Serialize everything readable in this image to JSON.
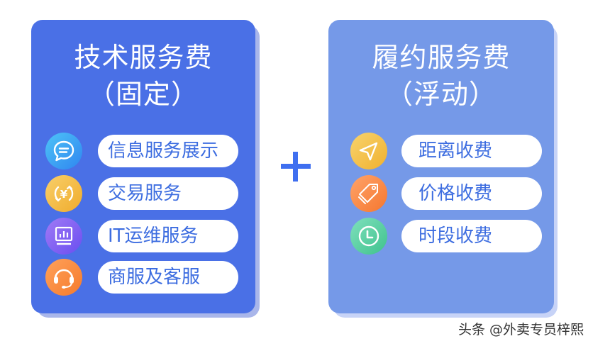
{
  "left_card": {
    "title_line1": "技术服务费",
    "title_line2": "（固定）",
    "background": "#4a70e6",
    "items": [
      {
        "label": "信息服务展示",
        "icon": "chat-bubble-icon",
        "icon_colors": [
          "#4ec3f7",
          "#2f86f0"
        ]
      },
      {
        "label": "交易服务",
        "icon": "yuan-exchange-icon",
        "icon_colors": [
          "#f8cf6a",
          "#f0ac2c"
        ]
      },
      {
        "label": "IT运维服务",
        "icon": "monitor-chart-icon",
        "icon_colors": [
          "#a07af5",
          "#6a4ef0"
        ]
      },
      {
        "label": "商服及客服",
        "icon": "headset-icon",
        "icon_colors": [
          "#ffa15a",
          "#f57b2d"
        ]
      }
    ]
  },
  "operator": "+",
  "right_card": {
    "title_line1": "履约服务费",
    "title_line2": "（浮动）",
    "background": "#7599e8",
    "items": [
      {
        "label": "距离收费",
        "icon": "navigation-arrow-icon",
        "icon_colors": [
          "#f8d36e",
          "#f0b12e"
        ]
      },
      {
        "label": "价格收费",
        "icon": "price-tag-icon",
        "icon_colors": [
          "#ffa369",
          "#f5772f"
        ]
      },
      {
        "label": "时段收费",
        "icon": "clock-icon",
        "icon_colors": [
          "#7fe0bd",
          "#3fc28d"
        ]
      }
    ]
  },
  "watermark": "头条 @外卖专员梓熙"
}
